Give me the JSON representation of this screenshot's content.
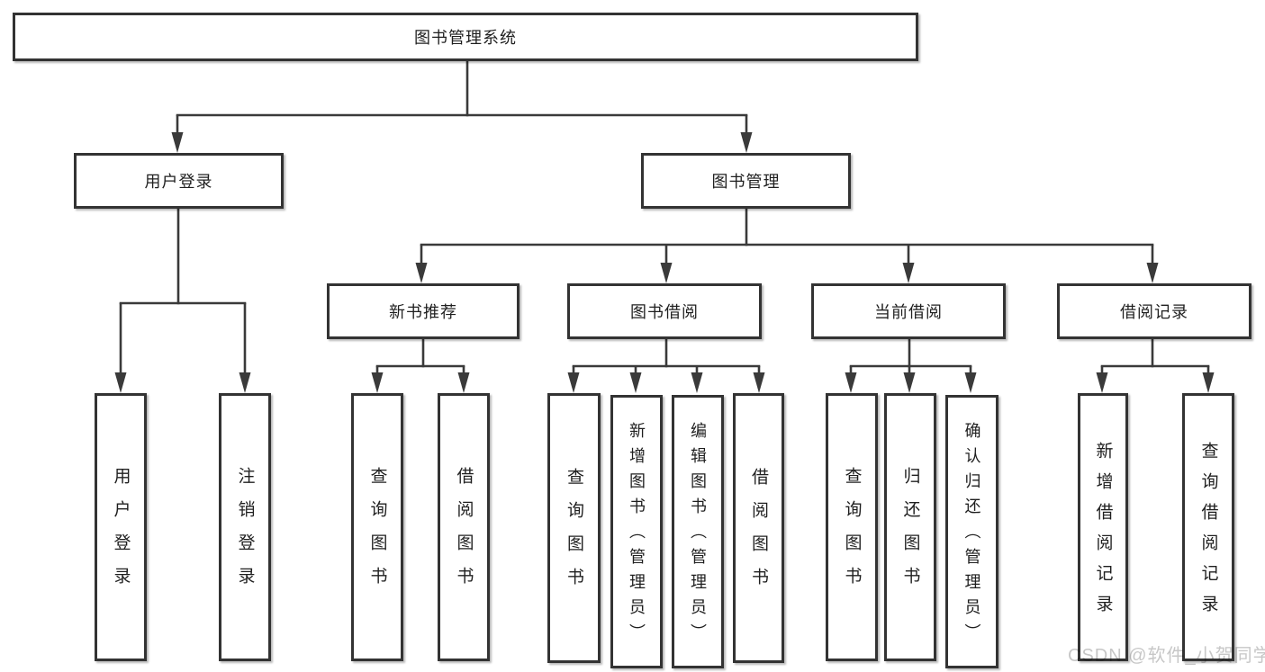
{
  "diagram": {
    "root": "图书管理系统",
    "branches": [
      {
        "label": "用户登录",
        "children": [
          "用户登录",
          "注销登录"
        ]
      },
      {
        "label": "图书管理",
        "sections": [
          {
            "label": "新书推荐",
            "children": [
              "查询图书",
              "借阅图书"
            ]
          },
          {
            "label": "图书借阅",
            "children": [
              "查询图书",
              "新增图书（管理员）",
              "编辑图书（管理员）",
              "借阅图书"
            ]
          },
          {
            "label": "当前借阅",
            "children": [
              "查询图书",
              "归还图书",
              "确认归还（管理员）"
            ]
          },
          {
            "label": "借阅记录",
            "children": [
              "新增借阅记录",
              "查询借阅记录"
            ]
          }
        ]
      }
    ]
  },
  "watermark": "CSDN @软件_小贺同学",
  "colors": {
    "line": "#3a3a3a",
    "box_border": "#333333",
    "text": "#1f1f1f",
    "watermark": "#c7c7c7",
    "background": "#ffffff"
  }
}
